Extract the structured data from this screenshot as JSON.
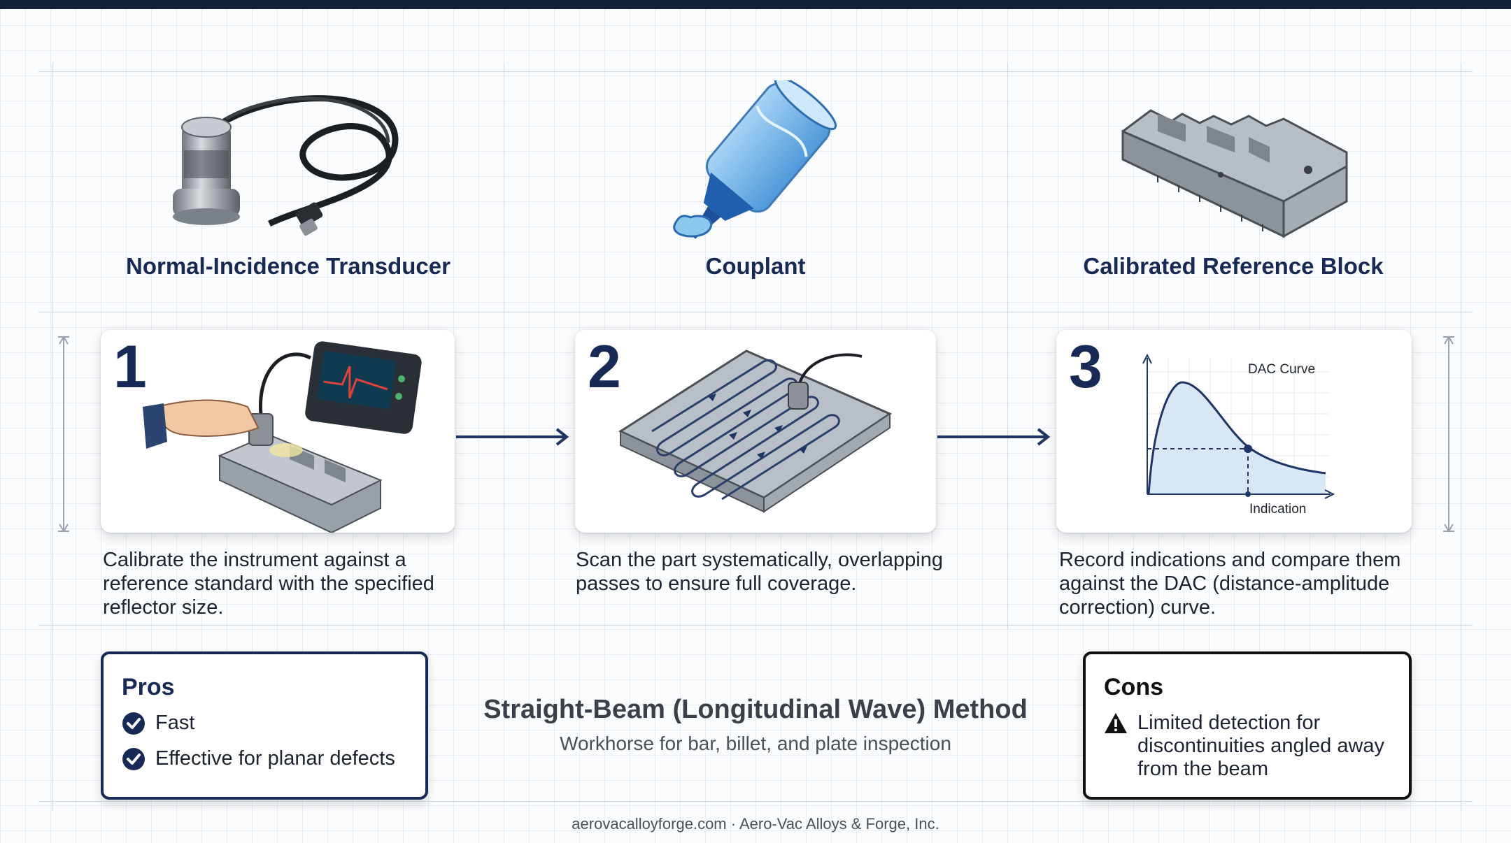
{
  "tools": [
    {
      "label": "Normal-Incidence Transducer",
      "icon": "transducer-icon"
    },
    {
      "label": "Couplant",
      "icon": "couplant-bottle-icon"
    },
    {
      "label": "Calibrated Reference Block",
      "icon": "reference-block-icon"
    }
  ],
  "steps": [
    {
      "number": "1",
      "description": "Calibrate the instrument against a reference standard with the specified reflector size."
    },
    {
      "number": "2",
      "description": "Scan the part systematically, overlapping passes to ensure full coverage."
    },
    {
      "number": "3",
      "description": "Record indications and compare them against the DAC (distance-amplitude correction) curve."
    }
  ],
  "dac_chart": {
    "curve_label": "DAC Curve",
    "x_label": "Indication"
  },
  "pros": {
    "title": "Pros",
    "items": [
      "Fast",
      "Effective for planar defects"
    ]
  },
  "cons": {
    "title": "Cons",
    "items": [
      "Limited detection for discontinuities angled away from the beam"
    ]
  },
  "method": {
    "title": "Straight-Beam (Longitudinal Wave) Method",
    "subtitle": "Workhorse for bar, billet, and plate inspection"
  },
  "footer": "aerovacalloyforge.com · Aero-Vac Alloys & Forge, Inc.",
  "colors": {
    "navy": "#172a55",
    "accent_blue": "#3a7bd5",
    "top_bar": "#13203a"
  }
}
